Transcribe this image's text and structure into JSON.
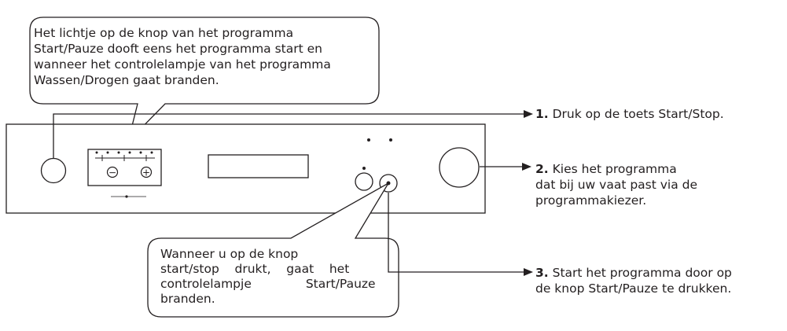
{
  "callouts": {
    "top": {
      "lines": [
        "Het lichtje op de knop van het programma",
        "Start/Pauze dooft eens het programma start en",
        "wanneer het controlelampje van het programma",
        "Wassen/Drogen gaat branden."
      ]
    },
    "bottom": {
      "lines": [
        "Wanneer u op de knop",
        "start/stop    drukt,    gaat    het",
        "controlelampje              Start/Pauze",
        "branden."
      ]
    }
  },
  "steps": [
    {
      "number": "1.",
      "lines": [
        "Druk op de toets Start/Stop."
      ]
    },
    {
      "number": "2.",
      "lines": [
        "Kies het programma",
        "dat bij uw vaat past via de",
        "programmakiezer."
      ]
    },
    {
      "number": "3.",
      "lines": [
        "Start het programma door op",
        "de knop Start/Pauze te drukken."
      ]
    }
  ],
  "panel": {
    "minus_symbol": "−",
    "plus_symbol": "+"
  },
  "colors": {
    "stroke": "#231f20",
    "background": "#ffffff"
  }
}
